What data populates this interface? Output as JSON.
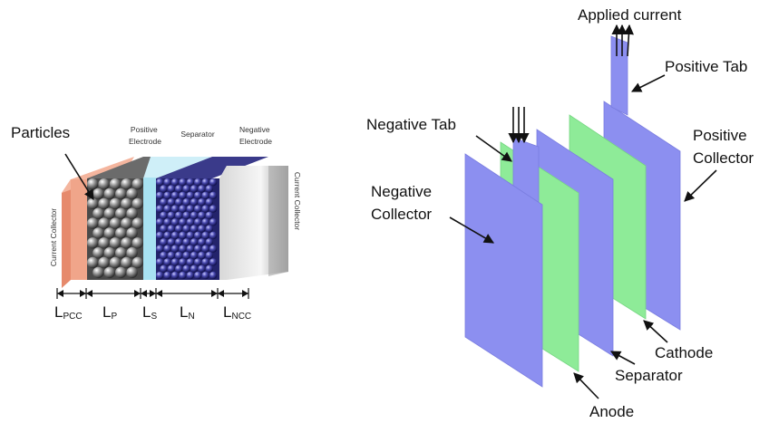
{
  "left_panel": {
    "particles_label": "Particles",
    "positive_electrode": [
      "Positive",
      "Electrode"
    ],
    "separator": "Separator",
    "negative_electrode": [
      "Negative",
      "Electrode"
    ],
    "current_collector_left": "Current Collector",
    "current_collector_right": "Current Collector",
    "dimensions": [
      {
        "main": "L",
        "sub": "PCC"
      },
      {
        "main": "L",
        "sub": "P"
      },
      {
        "main": "L",
        "sub": "S"
      },
      {
        "main": "L",
        "sub": "N"
      },
      {
        "main": "L",
        "sub": "NCC"
      }
    ]
  },
  "right_panel": {
    "applied_current": "Applied current",
    "positive_tab": "Positive Tab",
    "negative_tab": "Negative Tab",
    "positive_collector": [
      "Positive",
      "Collector"
    ],
    "negative_collector": [
      "Negative",
      "Collector"
    ],
    "cathode": "Cathode",
    "separator": "Separator",
    "anode": "Anode"
  },
  "colors": {
    "collector_blue": "#8c8ff0",
    "separator_green": "#8eeb98",
    "copper": "#f0a58a",
    "separator_cyan": "#a8e2f2"
  }
}
